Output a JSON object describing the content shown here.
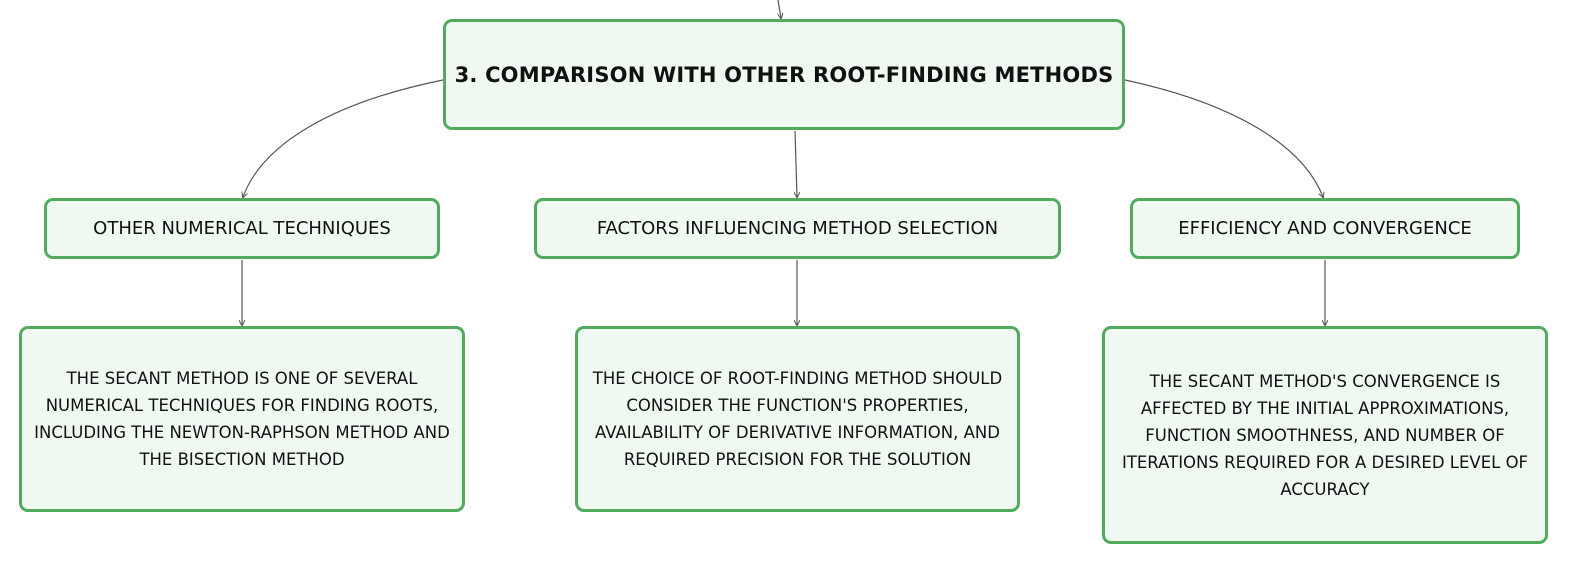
{
  "colors": {
    "node_border": "#52aa5e",
    "node_fill": "#f0f9f1",
    "connector": "#555555",
    "text": "#111111"
  },
  "diagram": {
    "root": {
      "label": "3. COMPARISON WITH OTHER ROOT-FINDING METHODS"
    },
    "branches": [
      {
        "label": "OTHER NUMERICAL TECHNIQUES",
        "detail": "THE SECANT METHOD IS ONE OF SEVERAL NUMERICAL TECHNIQUES FOR FINDING ROOTS, INCLUDING THE NEWTON-RAPHSON METHOD AND THE BISECTION METHOD"
      },
      {
        "label": "FACTORS INFLUENCING METHOD SELECTION",
        "detail": "THE CHOICE OF ROOT-FINDING METHOD SHOULD CONSIDER THE FUNCTION'S PROPERTIES, AVAILABILITY OF DERIVATIVE INFORMATION, AND REQUIRED PRECISION FOR THE SOLUTION"
      },
      {
        "label": "EFFICIENCY AND CONVERGENCE",
        "detail": "THE SECANT METHOD'S CONVERGENCE IS AFFECTED BY THE INITIAL APPROXIMATIONS, FUNCTION SMOOTHNESS, AND NUMBER OF ITERATIONS REQUIRED FOR A DESIRED LEVEL OF ACCURACY"
      }
    ]
  }
}
